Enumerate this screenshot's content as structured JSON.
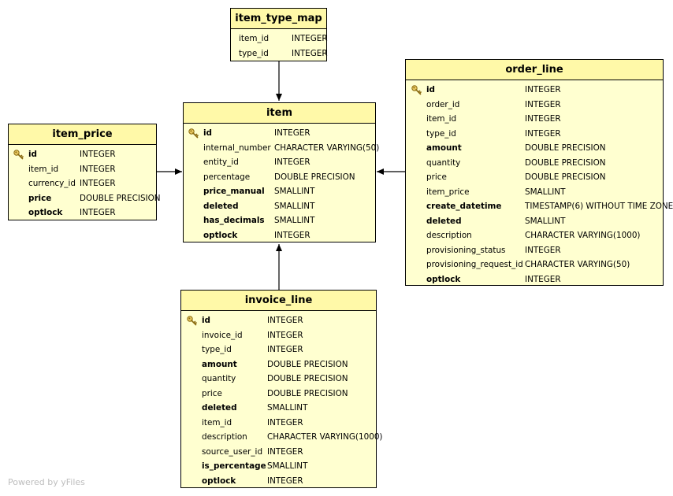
{
  "watermark": "Powered by yFiles",
  "colors": {
    "header": "#fff9a8",
    "body": "#ffffd0",
    "border": "#000000",
    "key": "#c8a028"
  },
  "tables": {
    "item_type_map": {
      "title": "item_type_map",
      "columns": [
        {
          "name": "item_id",
          "type": "INTEGER",
          "bold": false,
          "pk": false
        },
        {
          "name": "type_id",
          "type": "INTEGER",
          "bold": false,
          "pk": false
        }
      ]
    },
    "item": {
      "title": "item",
      "columns": [
        {
          "name": "id",
          "type": "INTEGER",
          "bold": true,
          "pk": true
        },
        {
          "name": "internal_number",
          "type": "CHARACTER VARYING(50)",
          "bold": false,
          "pk": false
        },
        {
          "name": "entity_id",
          "type": "INTEGER",
          "bold": false,
          "pk": false
        },
        {
          "name": "percentage",
          "type": "DOUBLE PRECISION",
          "bold": false,
          "pk": false
        },
        {
          "name": "price_manual",
          "type": "SMALLINT",
          "bold": true,
          "pk": false
        },
        {
          "name": "deleted",
          "type": "SMALLINT",
          "bold": true,
          "pk": false
        },
        {
          "name": "has_decimals",
          "type": "SMALLINT",
          "bold": true,
          "pk": false
        },
        {
          "name": "optlock",
          "type": "INTEGER",
          "bold": true,
          "pk": false
        }
      ]
    },
    "item_price": {
      "title": "item_price",
      "columns": [
        {
          "name": "id",
          "type": "INTEGER",
          "bold": true,
          "pk": true
        },
        {
          "name": "item_id",
          "type": "INTEGER",
          "bold": false,
          "pk": false
        },
        {
          "name": "currency_id",
          "type": "INTEGER",
          "bold": false,
          "pk": false
        },
        {
          "name": "price",
          "type": "DOUBLE PRECISION",
          "bold": true,
          "pk": false
        },
        {
          "name": "optlock",
          "type": "INTEGER",
          "bold": true,
          "pk": false
        }
      ]
    },
    "order_line": {
      "title": "order_line",
      "columns": [
        {
          "name": "id",
          "type": "INTEGER",
          "bold": true,
          "pk": true
        },
        {
          "name": "order_id",
          "type": "INTEGER",
          "bold": false,
          "pk": false
        },
        {
          "name": "item_id",
          "type": "INTEGER",
          "bold": false,
          "pk": false
        },
        {
          "name": "type_id",
          "type": "INTEGER",
          "bold": false,
          "pk": false
        },
        {
          "name": "amount",
          "type": "DOUBLE PRECISION",
          "bold": true,
          "pk": false
        },
        {
          "name": "quantity",
          "type": "DOUBLE PRECISION",
          "bold": false,
          "pk": false
        },
        {
          "name": "price",
          "type": "DOUBLE PRECISION",
          "bold": false,
          "pk": false
        },
        {
          "name": "item_price",
          "type": "SMALLINT",
          "bold": false,
          "pk": false
        },
        {
          "name": "create_datetime",
          "type": "TIMESTAMP(6) WITHOUT TIME ZONE",
          "bold": true,
          "pk": false
        },
        {
          "name": "deleted",
          "type": "SMALLINT",
          "bold": true,
          "pk": false
        },
        {
          "name": "description",
          "type": "CHARACTER VARYING(1000)",
          "bold": false,
          "pk": false
        },
        {
          "name": "provisioning_status",
          "type": "INTEGER",
          "bold": false,
          "pk": false
        },
        {
          "name": "provisioning_request_id",
          "type": "CHARACTER VARYING(50)",
          "bold": false,
          "pk": false
        },
        {
          "name": "optlock",
          "type": "INTEGER",
          "bold": true,
          "pk": false
        }
      ]
    },
    "invoice_line": {
      "title": "invoice_line",
      "columns": [
        {
          "name": "id",
          "type": "INTEGER",
          "bold": true,
          "pk": true
        },
        {
          "name": "invoice_id",
          "type": "INTEGER",
          "bold": false,
          "pk": false
        },
        {
          "name": "type_id",
          "type": "INTEGER",
          "bold": false,
          "pk": false
        },
        {
          "name": "amount",
          "type": "DOUBLE PRECISION",
          "bold": true,
          "pk": false
        },
        {
          "name": "quantity",
          "type": "DOUBLE PRECISION",
          "bold": false,
          "pk": false
        },
        {
          "name": "price",
          "type": "DOUBLE PRECISION",
          "bold": false,
          "pk": false
        },
        {
          "name": "deleted",
          "type": "SMALLINT",
          "bold": true,
          "pk": false
        },
        {
          "name": "item_id",
          "type": "INTEGER",
          "bold": false,
          "pk": false
        },
        {
          "name": "description",
          "type": "CHARACTER VARYING(1000)",
          "bold": false,
          "pk": false
        },
        {
          "name": "source_user_id",
          "type": "INTEGER",
          "bold": false,
          "pk": false
        },
        {
          "name": "is_percentage",
          "type": "SMALLINT",
          "bold": true,
          "pk": false
        },
        {
          "name": "optlock",
          "type": "INTEGER",
          "bold": true,
          "pk": false
        }
      ]
    }
  },
  "relations": [
    {
      "from": "item_type_map",
      "to": "item"
    },
    {
      "from": "item_price",
      "to": "item"
    },
    {
      "from": "order_line",
      "to": "item"
    },
    {
      "from": "invoice_line",
      "to": "item"
    }
  ]
}
